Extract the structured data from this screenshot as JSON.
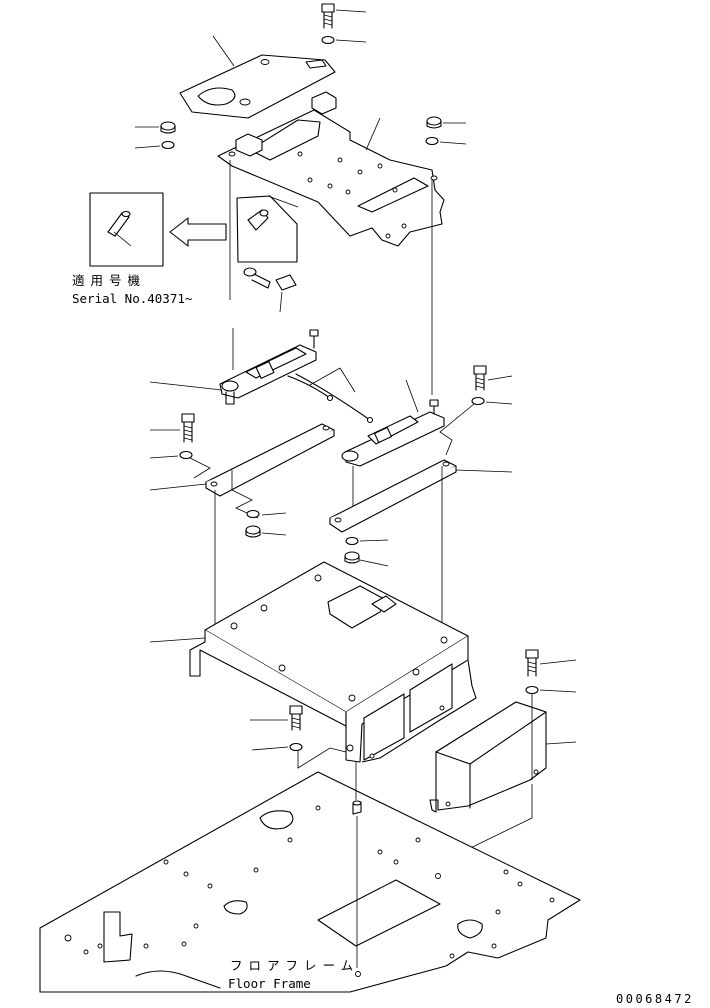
{
  "inset_note": {
    "jp": "適用号機",
    "serial": "Serial No.40371~"
  },
  "floor_frame_label": {
    "jp": "フロアフレーム",
    "en": "Floor Frame"
  },
  "drawing_code": "00068472"
}
